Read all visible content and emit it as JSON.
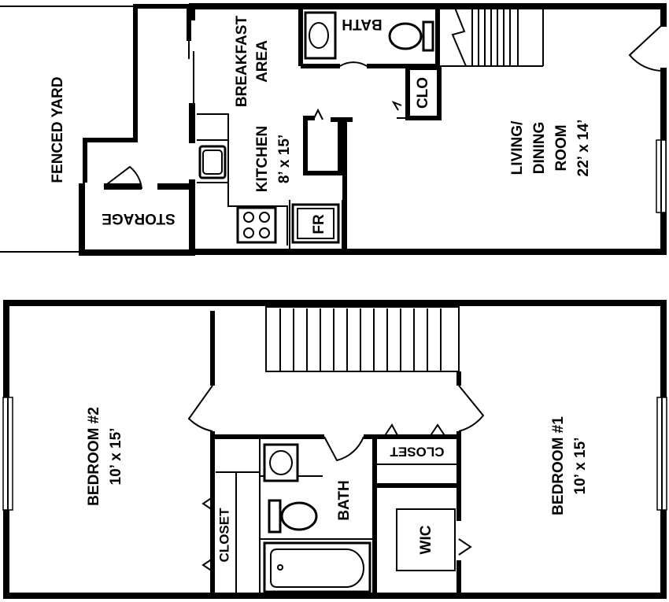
{
  "first_floor": {
    "yard_label": "FENCED YARD",
    "storage_label": "STORAGE",
    "breakfast_label_line1": "BREAKFAST",
    "breakfast_label_line2": "AREA",
    "kitchen_label": "KITCHEN",
    "kitchen_size": "8’ x 15’",
    "fridge_label": "FR",
    "bath_label": "BATH",
    "closet_label": "CLO",
    "living_label_line1": "LIVING/",
    "living_label_line2": "DINING",
    "living_label_line3": "ROOM",
    "living_size": "22’ x 14’"
  },
  "second_floor": {
    "bedroom2_label": "BEDROOM #2",
    "bedroom2_size": "10’ x 15’",
    "bedroom1_label": "BEDROOM #1",
    "bedroom1_size": "10’ x 15’",
    "bath_label": "BATH",
    "closet_top_label": "CLOSET",
    "closet_left_label": "CLOSET",
    "wic_label": "WIC"
  }
}
